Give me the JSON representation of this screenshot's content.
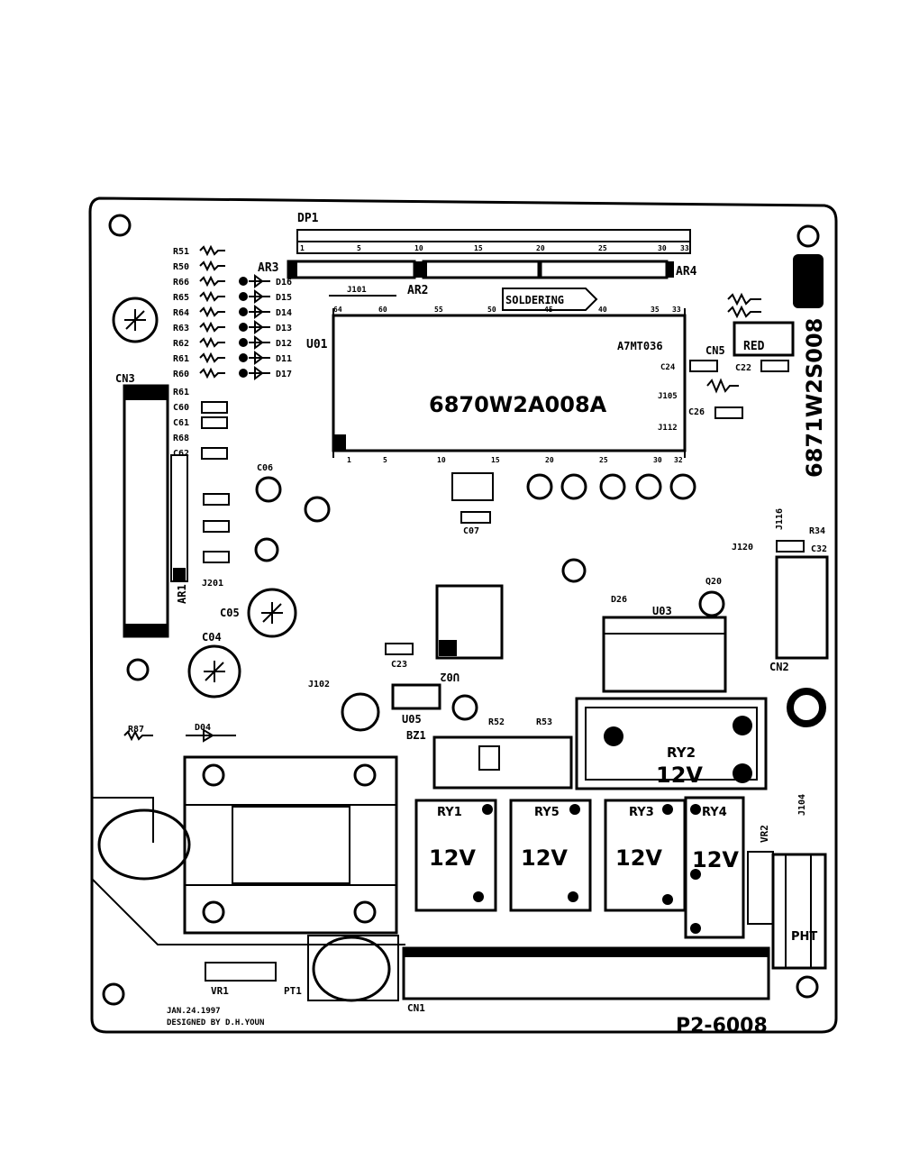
{
  "board": {
    "ic_main_code": "6870W2A008A",
    "ic_ref": "U01",
    "ic_part": "A7MT036",
    "board_code_vertical": "6871W2S008",
    "board_number": "P2-6008",
    "date": "JAN.24.1997",
    "designer": "DESIGNED BY D.H.YOUN",
    "solder_mark": "SOLDERING",
    "display_ref": "DP1",
    "red_label": "RED"
  },
  "relays": [
    {
      "ref": "RY2",
      "voltage": "12V"
    },
    {
      "ref": "RY1",
      "voltage": "12V"
    },
    {
      "ref": "RY5",
      "voltage": "12V"
    },
    {
      "ref": "RY3",
      "voltage": "12V"
    },
    {
      "ref": "RY4",
      "voltage": "12V"
    }
  ],
  "connectors": {
    "cn1": "CN1",
    "cn2": "CN2",
    "cn3": "CN3",
    "cn5": "CN5"
  },
  "refs": {
    "ar1": "AR1",
    "ar2": "AR2",
    "ar3": "AR3",
    "ar4": "AR4",
    "u02": "U02",
    "u03": "U03",
    "u05": "U05",
    "bz1": "BZ1",
    "vr1": "VR1",
    "vr2": "VR2",
    "pt1": "PT1",
    "pht": "PHT",
    "c04": "C04",
    "c05": "C05",
    "c06": "C06",
    "c07": "C07",
    "c22": "C22",
    "c23": "C23",
    "c24": "C24",
    "c26": "C26",
    "c32": "C32",
    "j101": "J101",
    "j102": "J102",
    "j104": "J104",
    "j105": "J105",
    "j112": "J112",
    "j116": "J116",
    "j120": "J120",
    "j201": "J201",
    "r52": "R52",
    "r53": "R53",
    "r87": "R87",
    "r34": "R34",
    "d04": "D04",
    "d26": "D26",
    "q20": "Q20"
  },
  "left_resistors": [
    "R51",
    "R50",
    "R66",
    "R65",
    "R64",
    "R63",
    "R62",
    "R61",
    "R60"
  ],
  "left_diodes": [
    "D16",
    "D15",
    "D14",
    "D13",
    "D12",
    "D11",
    "D17"
  ],
  "caps_left": [
    "R61",
    "C60",
    "C61",
    "R68",
    "C62"
  ],
  "dp_pins": [
    "1",
    "5",
    "10",
    "15",
    "20",
    "25",
    "30",
    "33"
  ],
  "ic_top_pins": [
    "64",
    "60",
    "55",
    "50",
    "45",
    "40",
    "35",
    "33"
  ],
  "ic_bottom_pins": [
    "1",
    "5",
    "10",
    "15",
    "20",
    "25",
    "30",
    "32"
  ]
}
